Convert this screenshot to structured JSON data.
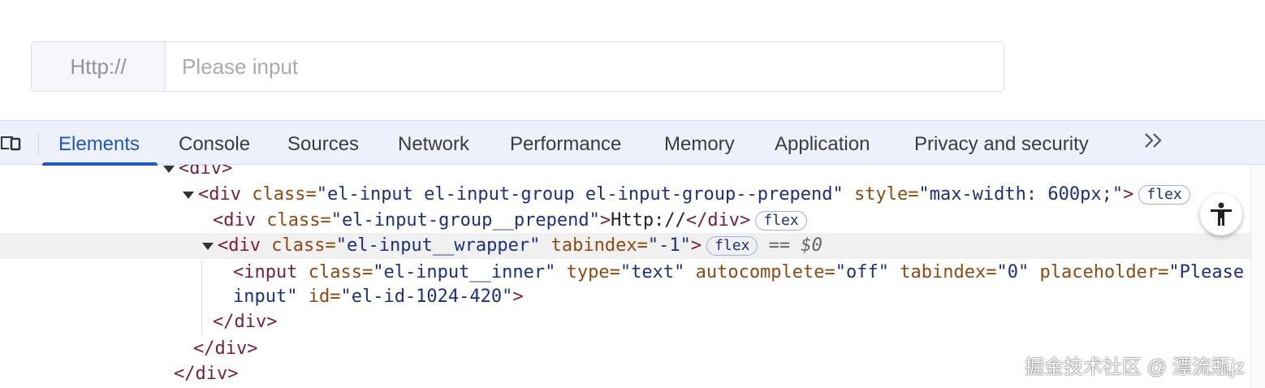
{
  "input_demo": {
    "prepend": "Http://",
    "placeholder": "Please input"
  },
  "devtools": {
    "tabs": [
      {
        "label": "Elements",
        "active": true
      },
      {
        "label": "Console"
      },
      {
        "label": "Sources"
      },
      {
        "label": "Network"
      },
      {
        "label": "Performance"
      },
      {
        "label": "Memory"
      },
      {
        "label": "Application"
      },
      {
        "label": "Privacy and security"
      }
    ],
    "more_icon": "chevron-double-right-icon",
    "code": {
      "l0": "<div>",
      "l1_open": "<div ",
      "l1_attr1": "class=",
      "l1_val1": "\"el-input el-input-group el-input-group--prepend\"",
      "l1_attr2": " style=",
      "l1_val2": "\"max-width: 600px;\"",
      "l1_close": ">",
      "l2_open": "<div ",
      "l2_attr": "class=",
      "l2_val": "\"el-input-group__prepend\"",
      "l2_text": "Http://",
      "l2_close": "</div>",
      "l3_open": "<div ",
      "l3_attr1": "class=",
      "l3_val1": "\"el-input__wrapper\"",
      "l3_attr2": " tabindex=",
      "l3_val2": "\"-1\"",
      "l3_close": ">",
      "l3_sel": " == $0",
      "l4_open": "<input ",
      "l4_a1": "class=",
      "l4_v1": "\"el-input__inner\"",
      "l4_a2": " type=",
      "l4_v2": "\"text\"",
      "l4_a3": " autocomplete=",
      "l4_v3": "\"off\"",
      "l4_a4": " tabindex=",
      "l4_v4": "\"0\"",
      "l4_a5": " placeholder=",
      "l4_v5": "\"Please",
      "l5_v": "input\"",
      "l5_a": " id=",
      "l5_v2": "\"el-id-1024-420\"",
      "l5_close": ">",
      "l6": "</div>",
      "l7": "</div>",
      "l8": "</div>",
      "badge": "flex"
    }
  },
  "watermark": "掘金技术社区 @ 漂流瓶jz"
}
